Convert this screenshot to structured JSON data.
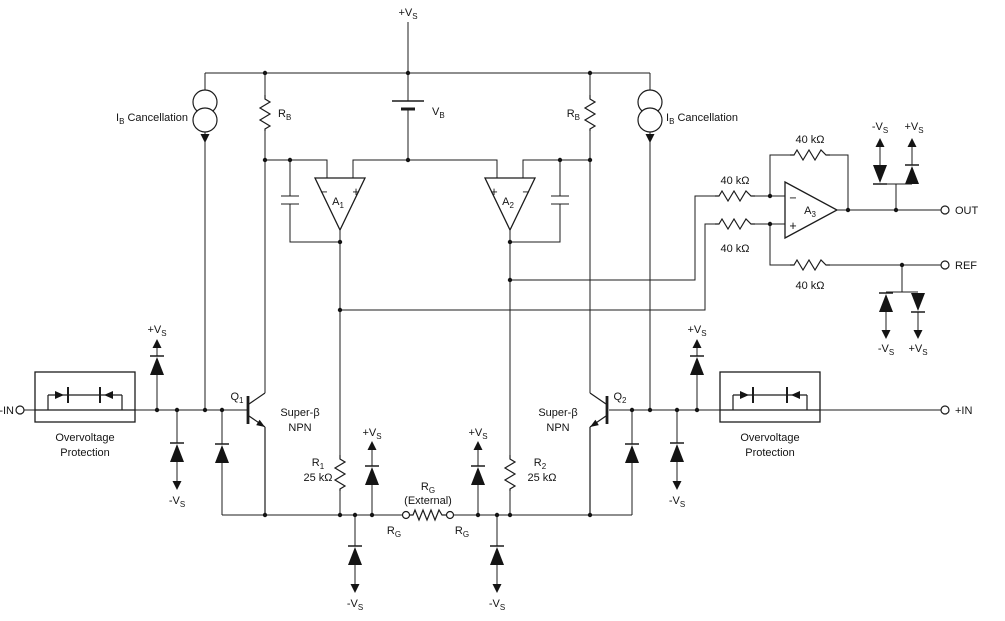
{
  "schematic": {
    "supply_pos": {
      "pre": "+V",
      "sub": "S"
    },
    "supply_neg": {
      "pre": "-V",
      "sub": "S"
    },
    "ib_cancellation": {
      "pre": "I",
      "sub": "B",
      "post": " Cancellation"
    },
    "battery": {
      "pre": "V",
      "sub": "B"
    },
    "rb": {
      "pre": "R",
      "sub": "B"
    },
    "amp1": {
      "pre": "A",
      "sub": "1"
    },
    "amp2": {
      "pre": "A",
      "sub": "2"
    },
    "amp3": {
      "pre": "A",
      "sub": "3"
    },
    "sign_plus": "+",
    "sign_minus": "−",
    "r40": "40 kΩ",
    "r1": {
      "pre": "R",
      "sub": "1"
    },
    "r2": {
      "pre": "R",
      "sub": "2"
    },
    "r25": "25 kΩ",
    "rg": {
      "pre": "R",
      "sub": "G"
    },
    "rg_external": "(External)",
    "q1": {
      "pre": "Q",
      "sub": "1"
    },
    "q2": {
      "pre": "Q",
      "sub": "2"
    },
    "super_beta": "Super-β",
    "npn": "NPN",
    "ovp_line1": "Overvoltage",
    "ovp_line2": "Protection",
    "term_in_neg": "-IN",
    "term_in_pos": "+IN",
    "term_out": "OUT",
    "term_ref": "REF"
  }
}
